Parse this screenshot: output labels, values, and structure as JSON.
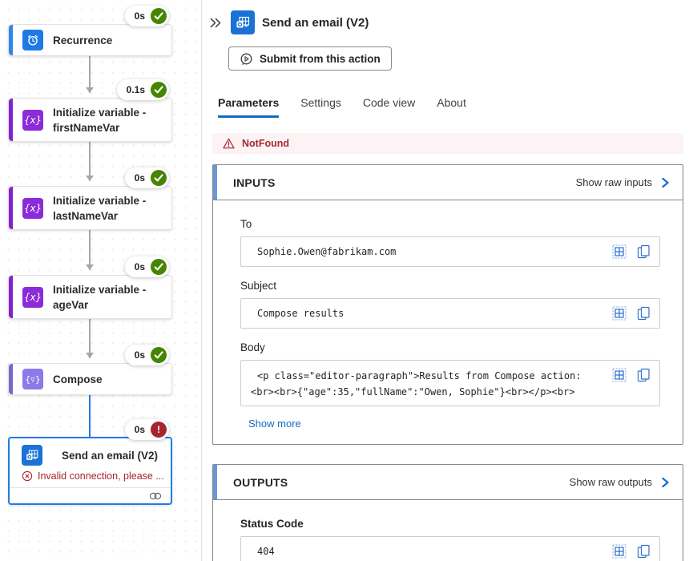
{
  "icons": {
    "variable_glyph": "{x}",
    "compose_glyph": "{▿}"
  },
  "colors": {
    "success_green": "#458500",
    "error_red": "#a4262c",
    "link_blue": "#0f6cbd",
    "selection_blue": "#1f7ce8",
    "recurrence_accent": "#2d87ef",
    "recurrence_icon_bg": "#1e7ae4",
    "variable_accent": "#8223ce",
    "variable_icon_bg": "#8c2bd9",
    "compose_accent": "#7a68c9",
    "compose_icon_bg": "#8b7be8",
    "email_icon_bg": "#1a73d4",
    "banner_bg": "#fdf3f4",
    "card_accent": "#6898d8"
  },
  "canvas": {
    "nodes": [
      {
        "label": "Recurrence",
        "duration": "0s"
      },
      {
        "label": "Initialize variable - firstNameVar",
        "duration": "0.1s"
      },
      {
        "label": "Initialize variable - lastNameVar",
        "duration": "0s"
      },
      {
        "label": "Initialize variable - ageVar",
        "duration": "0s"
      },
      {
        "label": "Compose",
        "duration": "0s"
      },
      {
        "label": "Send an email (V2)",
        "duration": "0s",
        "error_badge": "!",
        "error_text": "Invalid connection, please ..."
      }
    ]
  },
  "panel": {
    "title": "Send an email (V2)",
    "submit_button_label": "Submit from this action",
    "tabs": {
      "parameters": "Parameters",
      "settings": "Settings",
      "code_view": "Code view",
      "about": "About"
    },
    "banner_text": "NotFound",
    "inputs": {
      "title": "INPUTS",
      "raw_link": "Show raw inputs",
      "to_label": "To",
      "to_value": "Sophie.Owen@fabrikam.com",
      "subject_label": "Subject",
      "subject_value": "Compose results",
      "body_label": "Body",
      "body_line1": "<p class=\"editor-paragraph\">Results from Compose action:",
      "body_line2": "<br><br>{\"age\":35,\"fullName\":\"Owen, Sophie\"}<br></p><br>",
      "show_more": "Show more"
    },
    "outputs": {
      "title": "OUTPUTS",
      "raw_link": "Show raw outputs",
      "status_label": "Status Code",
      "status_value": "404"
    }
  }
}
